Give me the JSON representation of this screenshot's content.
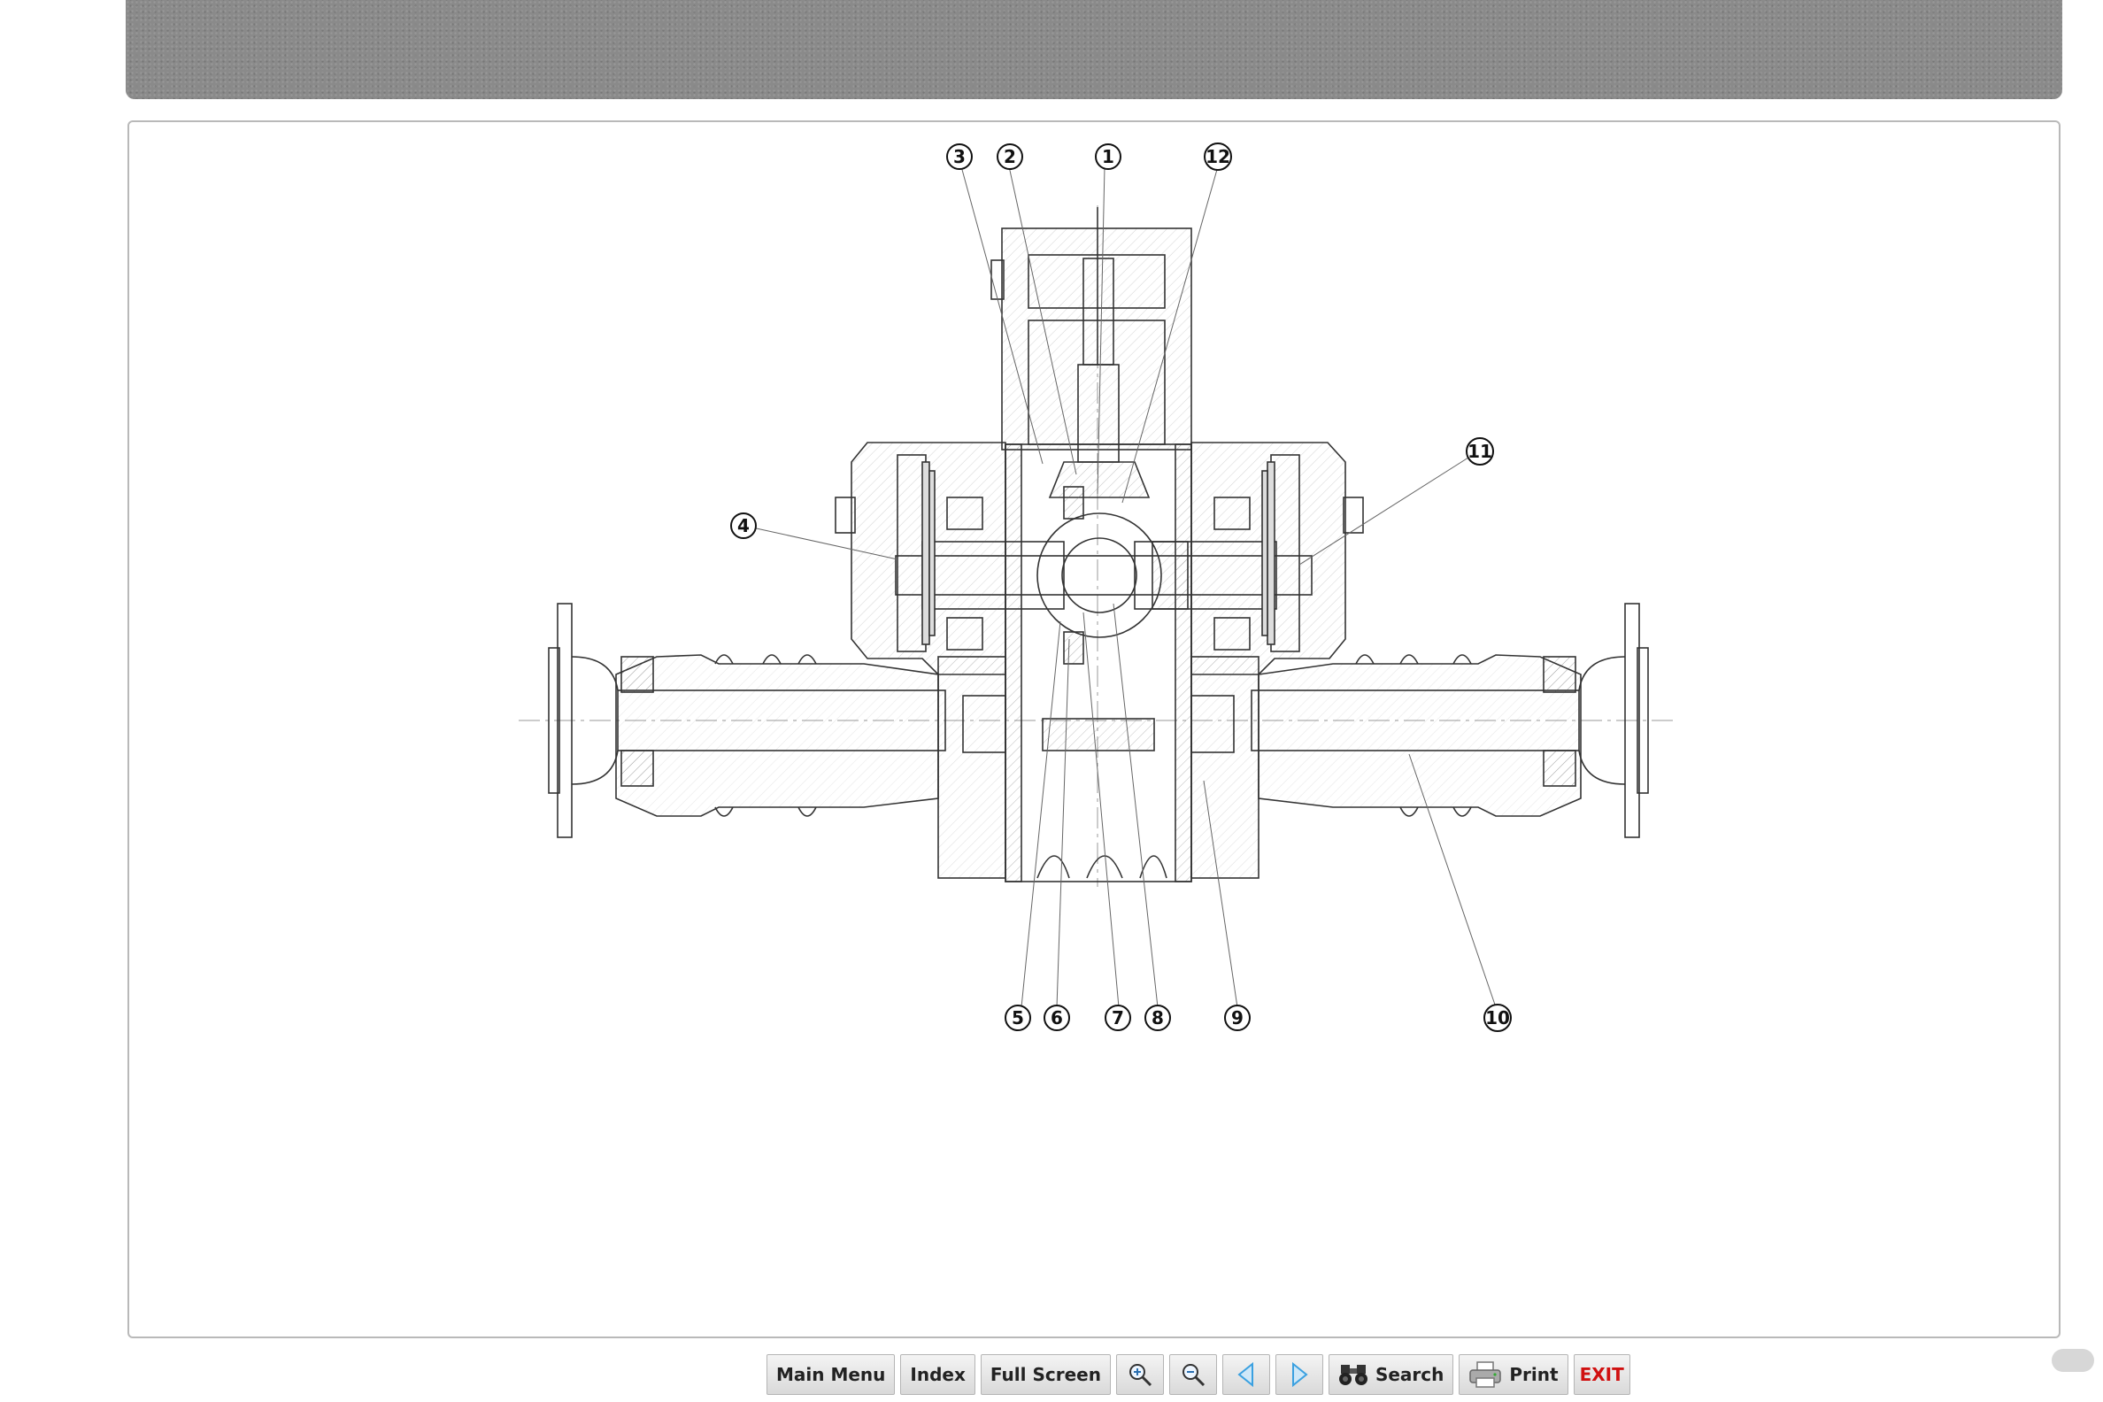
{
  "callouts": {
    "c1": "1",
    "c2": "2",
    "c3": "3",
    "c4": "4",
    "c5": "5",
    "c6": "6",
    "c7": "7",
    "c8": "8",
    "c9": "9",
    "c10": "10",
    "c11": "11",
    "c12": "12"
  },
  "toolbar": {
    "main_menu_label": "Main Menu",
    "index_label": "Index",
    "full_screen_label": "Full Screen",
    "zoom_in_icon": "zoom-in-icon",
    "zoom_out_icon": "zoom-out-icon",
    "prev_icon": "prev-arrow-icon",
    "next_icon": "next-arrow-icon",
    "search_label": "Search",
    "print_label": "Print",
    "exit_label": "EXIT"
  },
  "colors": {
    "header": "#8a8a8a",
    "exit": "#d01010",
    "arrow": "#3aa0e0"
  }
}
